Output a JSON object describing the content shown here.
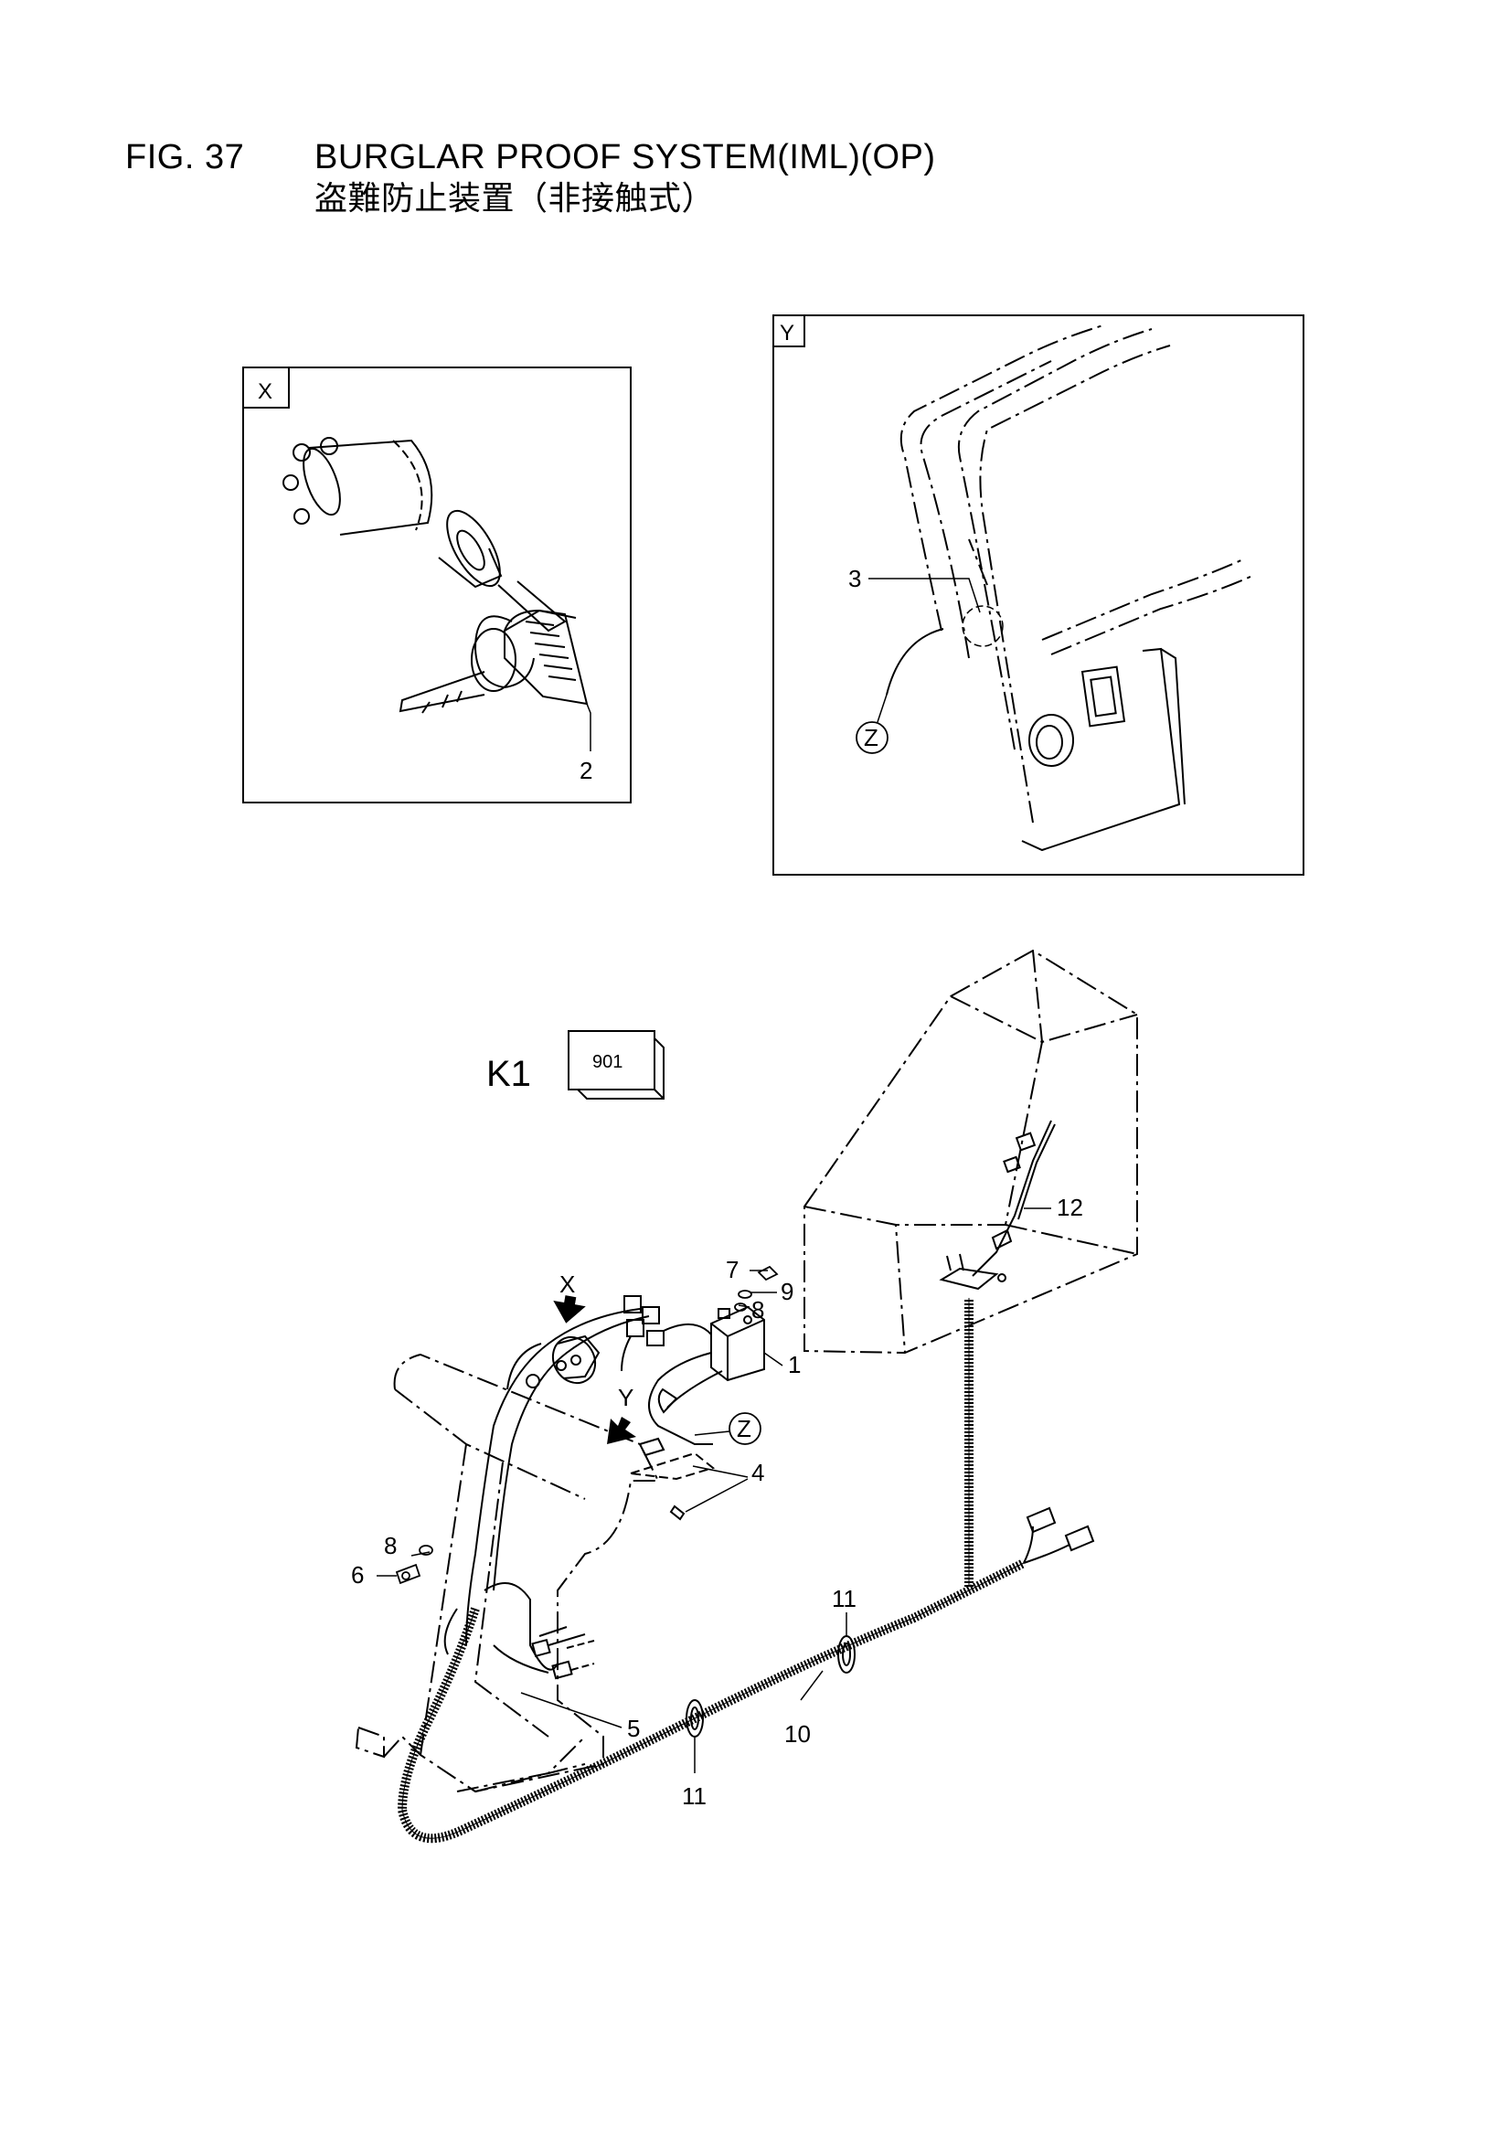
{
  "figure": {
    "number": "FIG. 37",
    "title_en": "BURGLAR PROOF SYSTEM(IML)(OP)",
    "title_ja": "盗難防止装置（非接触式）"
  },
  "detail_views": {
    "x": {
      "label": "X",
      "callouts": [
        "2"
      ]
    },
    "y": {
      "label": "Y",
      "callouts": [
        "3"
      ],
      "connector": "Z"
    }
  },
  "main_view": {
    "model_code": "K1",
    "ref_box": "901",
    "view_arrows": [
      "X",
      "Y"
    ],
    "connector": "Z",
    "callouts": [
      "1",
      "4",
      "5",
      "6",
      "7",
      "8",
      "8",
      "9",
      "10",
      "11",
      "11",
      "12"
    ]
  }
}
